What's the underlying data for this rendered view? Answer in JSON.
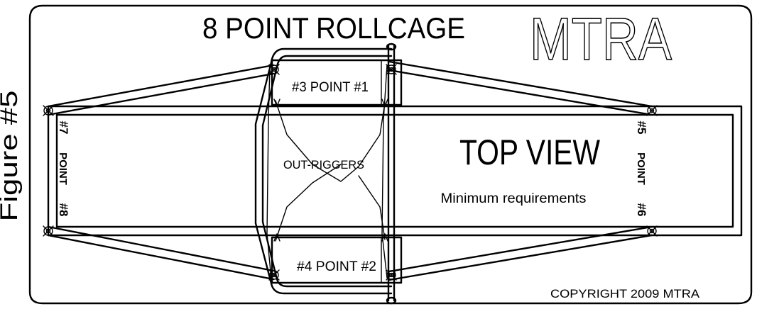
{
  "title": "8 POINT ROLLCAGE",
  "brand": "MTRA",
  "figure_label": "Figure #5",
  "view_label": "TOP VIEW",
  "subtitle": "Minimum requirements",
  "copyright": "COPYRIGHT 2009 MTRA",
  "annotations": {
    "outriggers": "OUT-RIGGERS",
    "point_3_1": "#3 POINT #1",
    "point_4_2": "#4 POINT #2",
    "point_7": "#7",
    "point_8": "#8",
    "point_5": "#5",
    "point_6": "#6",
    "point_word": "POINT"
  },
  "colors": {
    "line": "#000000",
    "background": "#ffffff"
  }
}
